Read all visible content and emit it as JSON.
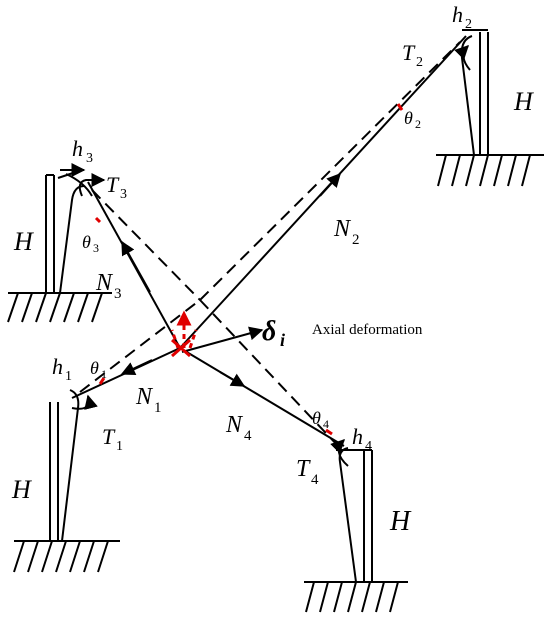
{
  "labels": {
    "h1": "h",
    "h1_sub": "1",
    "h2": "h",
    "h2_sub": "2",
    "h3": "h",
    "h3_sub": "3",
    "h4": "h",
    "h4_sub": "4",
    "T1": "T",
    "T1_sub": "1",
    "T2": "T",
    "T2_sub": "2",
    "T3": "T",
    "T3_sub": "3",
    "T4": "T",
    "T4_sub": "4",
    "N1": "N",
    "N1_sub": "1",
    "N2": "N",
    "N2_sub": "2",
    "N3": "N",
    "N3_sub": "3",
    "N4": "N",
    "N4_sub": "4",
    "theta1": "θ",
    "theta1_sub": "1",
    "theta2": "θ",
    "theta2_sub": "2",
    "theta3": "θ",
    "theta3_sub": "3",
    "theta4": "θ",
    "theta4_sub": "4",
    "H_left_top": "H",
    "H_right_top": "H",
    "H_left_bottom": "H",
    "H_right_bottom": "H",
    "delta": "δ",
    "delta_sub": "i",
    "axial_deformation": "Axial deformation"
  },
  "colors": {
    "line": "#000000",
    "deformation": "#e00000"
  }
}
